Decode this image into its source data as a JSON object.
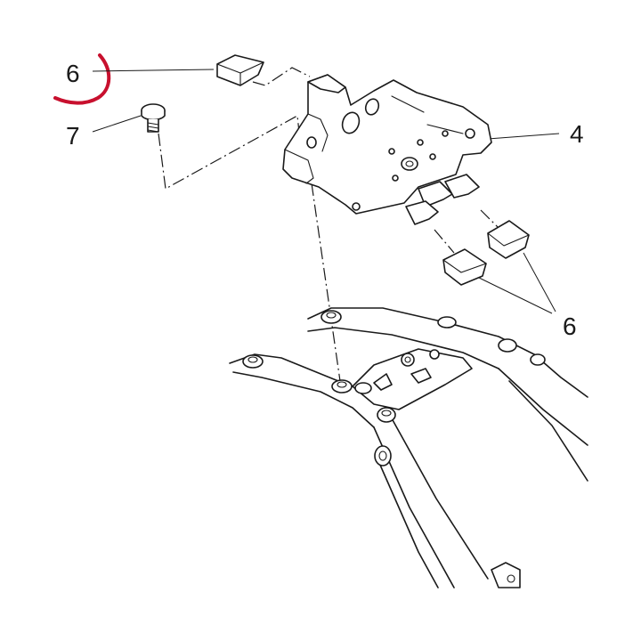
{
  "diagram": {
    "callouts": [
      {
        "id": "callout-6-top",
        "text": "6"
      },
      {
        "id": "callout-7",
        "text": "7"
      },
      {
        "id": "callout-4",
        "text": "4"
      },
      {
        "id": "callout-6-bottom",
        "text": "6"
      }
    ],
    "highlight_color": "#c8102e",
    "line_color": "#1a1a1a"
  }
}
